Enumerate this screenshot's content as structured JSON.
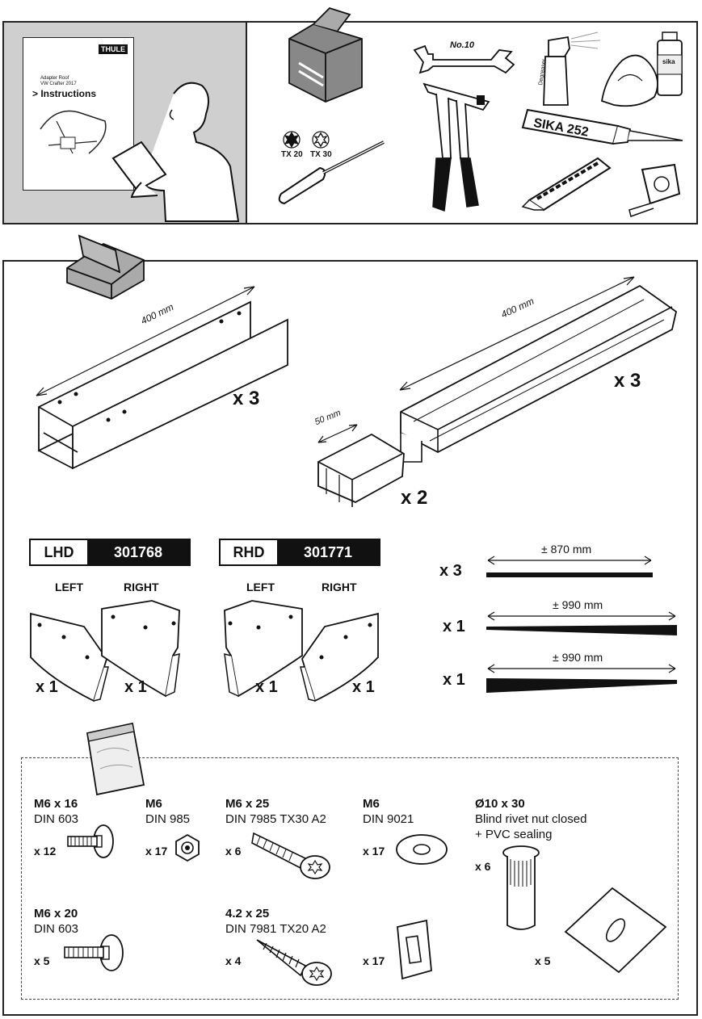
{
  "top": {
    "booklet": {
      "brand": "THULE",
      "line1": "Adapter Roof",
      "line2": "VW Crafter 2017",
      "title": "> Instructions"
    },
    "tools": {
      "tx20": "TX 20",
      "tx30": "TX 30",
      "wrench": "No.10",
      "sealant": "SIKA 252",
      "degreaser": "Degreaser",
      "sika_small": "sika"
    }
  },
  "parts": {
    "rail_short": {
      "length": "400 mm",
      "qty": "x 3"
    },
    "rail_long": {
      "length": "400 mm",
      "qty": "x 3"
    },
    "connector": {
      "length": "50 mm",
      "qty": "x 2"
    },
    "lhd": {
      "key": "LHD",
      "code": "301768",
      "left": "LEFT",
      "right": "RIGHT",
      "qty_left": "x 1",
      "qty_right": "x 1"
    },
    "rhd": {
      "key": "RHD",
      "code": "301771",
      "left": "LEFT",
      "right": "RIGHT",
      "qty_left": "x 1",
      "qty_right": "x 1"
    },
    "strips": [
      {
        "dim": "± 870 mm",
        "qty": "x 3"
      },
      {
        "dim": "± 990 mm",
        "qty": "x 1"
      },
      {
        "dim": "± 990 mm",
        "qty": "x 1"
      }
    ]
  },
  "hardware": [
    {
      "name": "M6 x 16",
      "std": "DIN 603",
      "qty": "x 12"
    },
    {
      "name": "M6",
      "std": "DIN 985",
      "qty": "x 17"
    },
    {
      "name": "M6 x 25",
      "std": "DIN 7985 TX30 A2",
      "qty": "x 6"
    },
    {
      "name": "M6",
      "std": "DIN 9021",
      "qty": "x 17"
    },
    {
      "name": "Ø10 x 30",
      "std": "Blind rivet nut closed",
      "std2": "+ PVC sealing",
      "qty": "x 6",
      "qty2": "x 5"
    },
    {
      "name": "M6 x 20",
      "std": "DIN 603",
      "qty": "x 5"
    },
    {
      "name": "4.2 x 25",
      "std": "DIN 7981 TX20 A2",
      "qty": "x 4"
    },
    {
      "qty": "x 17"
    }
  ]
}
